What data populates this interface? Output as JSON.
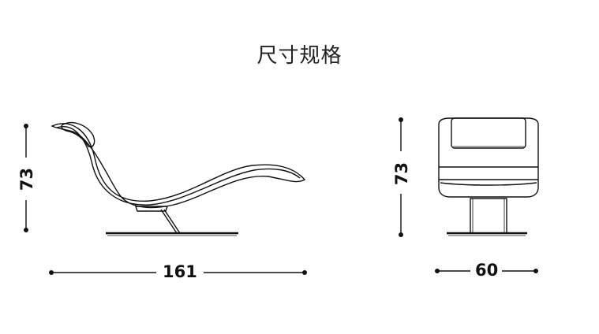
{
  "title": "尺寸规格",
  "dimensions": {
    "side_height": "73",
    "side_length": "161",
    "front_height": "73",
    "front_width": "60"
  },
  "colors": {
    "line": "#111111",
    "background": "#ffffff"
  }
}
